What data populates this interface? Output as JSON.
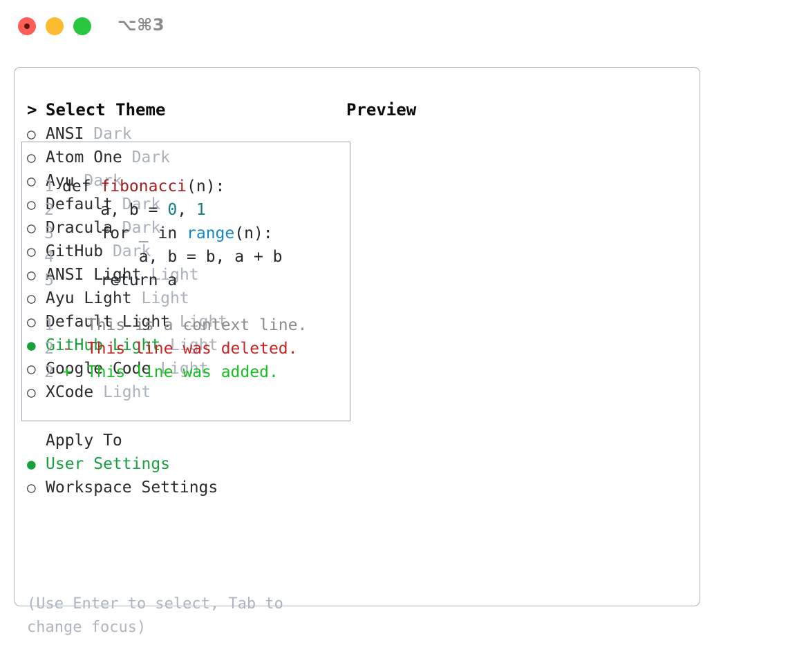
{
  "titlebar": {
    "shortcut": "⌥⌘3",
    "lights": [
      "close",
      "minimize",
      "maximize"
    ]
  },
  "theme_picker": {
    "header": {
      "prompt": ">",
      "title": "Select Theme"
    },
    "markers": {
      "selected": "●",
      "unselected": "○"
    },
    "items": [
      {
        "marker": "○",
        "label": "ANSI",
        "variant": "Dark",
        "selected": false
      },
      {
        "marker": "○",
        "label": "Atom One",
        "variant": "Dark",
        "selected": false
      },
      {
        "marker": "○",
        "label": "Ayu",
        "variant": "Dark",
        "selected": false
      },
      {
        "marker": "○",
        "label": "Default",
        "variant": "Dark",
        "selected": false
      },
      {
        "marker": "○",
        "label": "Dracula",
        "variant": "Dark",
        "selected": false
      },
      {
        "marker": "○",
        "label": "GitHub",
        "variant": "Dark",
        "selected": false
      },
      {
        "marker": "○",
        "label": "ANSI Light",
        "variant": "Light",
        "selected": false
      },
      {
        "marker": "○",
        "label": "Ayu Light",
        "variant": "Light",
        "selected": false
      },
      {
        "marker": "○",
        "label": "Default Light",
        "variant": "Light",
        "selected": false
      },
      {
        "marker": "●",
        "label": "GitHub Light",
        "variant": "Light",
        "selected": true
      },
      {
        "marker": "○",
        "label": "Google Code",
        "variant": "Light",
        "selected": false
      },
      {
        "marker": "○",
        "label": "XCode",
        "variant": "Light",
        "selected": false
      }
    ]
  },
  "apply_to": {
    "title": "Apply To",
    "items": [
      {
        "marker": "●",
        "label": "User Settings",
        "selected": true
      },
      {
        "marker": "○",
        "label": "Workspace Settings",
        "selected": false
      }
    ]
  },
  "hint": "(Use Enter to select, Tab to change focus)",
  "preview": {
    "title": "Preview",
    "code_lines": [
      {
        "no": "1",
        "tokens": [
          {
            "t": "def ",
            "k": "plain"
          },
          {
            "t": "fibonacci",
            "k": "func"
          },
          {
            "t": "(n):",
            "k": "plain"
          }
        ]
      },
      {
        "no": "2",
        "tokens": [
          {
            "t": "    a, b = ",
            "k": "plain"
          },
          {
            "t": "0",
            "k": "num"
          },
          {
            "t": ", ",
            "k": "plain"
          },
          {
            "t": "1",
            "k": "num"
          }
        ]
      },
      {
        "no": "3",
        "tokens": [
          {
            "t": "    for _ in ",
            "k": "plain"
          },
          {
            "t": "range",
            "k": "call"
          },
          {
            "t": "(n):",
            "k": "plain"
          }
        ]
      },
      {
        "no": "4",
        "tokens": [
          {
            "t": "        a, b = b, a + b",
            "k": "plain"
          }
        ]
      },
      {
        "no": "5",
        "tokens": [
          {
            "t": "    return a",
            "k": "plain"
          }
        ]
      }
    ],
    "diff_lines": [
      {
        "no": "1",
        "sign": " ",
        "text": " This is a context line.",
        "kind": "context"
      },
      {
        "no": "2",
        "sign": "-",
        "text": " This line was deleted.",
        "kind": "deleted"
      },
      {
        "no": "2",
        "sign": "+",
        "text": " This line was added.",
        "kind": "added"
      }
    ]
  },
  "colors": {
    "accent_green": "#17a03b",
    "muted": "#aab1bc",
    "hint": "#aeb5c0",
    "border": "#aab3c0",
    "preview_border": "#98a2ae",
    "syntax_function": "#a52020",
    "syntax_number": "#0e7d7d",
    "syntax_call": "#1387c7",
    "diff_added": "#16c020",
    "diff_deleted": "#c42626",
    "diff_context": "#8b8b8b",
    "light_red": "#fd5f56",
    "light_yellow": "#fdbc2f",
    "light_green": "#27c83f"
  }
}
